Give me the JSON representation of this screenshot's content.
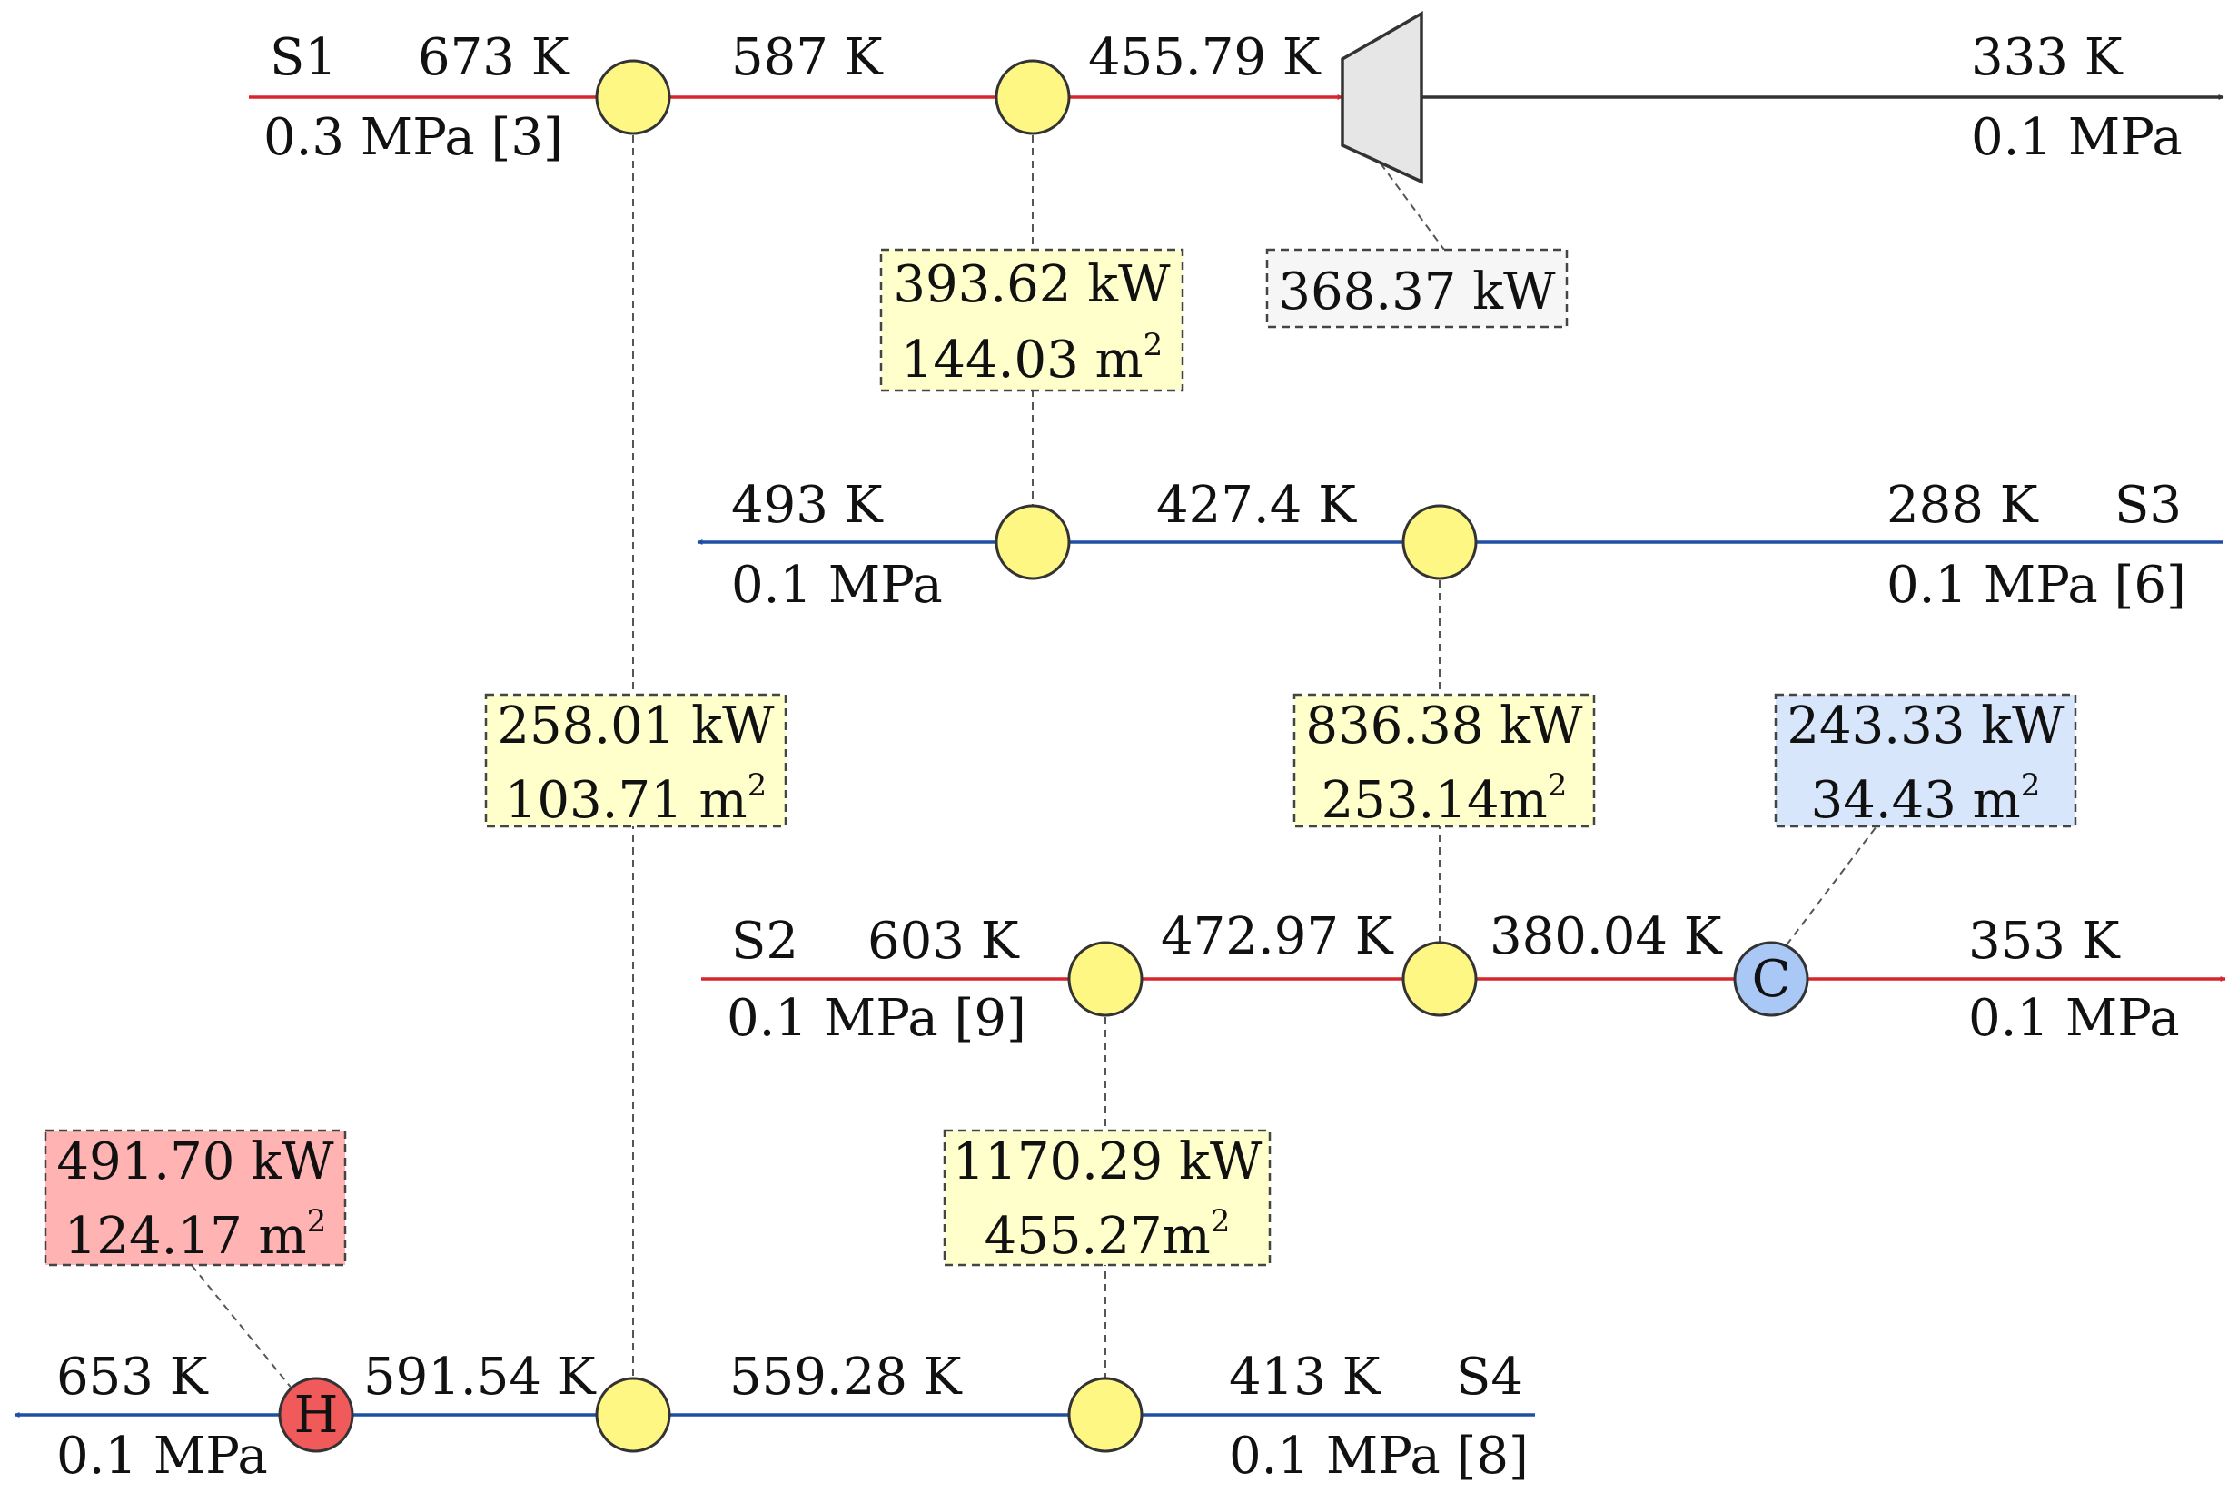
{
  "colors": {
    "hot_stream": "#d7262b",
    "cold_stream": "#1f4fa3",
    "turbine_outlet": "#333333",
    "exchanger": "#fff784",
    "exchanger_box": "#ffffcc",
    "cooler": "#a9c8f5",
    "cooler_box": "#d8e6fb",
    "heater": "#f05a5a",
    "heater_box": "#ffb3b3",
    "turbine": "#e6e6e6",
    "turbine_box": "#f6f6f6"
  },
  "streams": {
    "s1": {
      "name": "S1",
      "inlet_temp": "673 K",
      "inlet_pressure": "0.3 MPa [3]",
      "temp_after_hx1": "587 K",
      "temp_after_hx2": "455.79 K",
      "outlet_temp": "333 K",
      "outlet_pressure": "0.1 MPa"
    },
    "s3": {
      "name": "S3",
      "inlet_temp": "288 K",
      "inlet_pressure": "0.1 MPa [6]",
      "temp_mid": "427.4 K",
      "outlet_temp": "493 K",
      "outlet_pressure": "0.1 MPa"
    },
    "s2": {
      "name": "S2",
      "inlet_temp": "603 K",
      "inlet_pressure": "0.1 MPa [9]",
      "temp_after_hx1": "472.97 K",
      "temp_after_hx2": "380.04 K",
      "outlet_temp": "353 K",
      "outlet_pressure": "0.1 MPa"
    },
    "s4": {
      "name": "S4",
      "inlet_temp": "413 K",
      "inlet_pressure": "0.1 MPa [8]",
      "temp_mid": "559.28 K",
      "temp_before_heater": "591.54 K",
      "outlet_temp": "653 K",
      "outlet_pressure": "0.1 MPa"
    }
  },
  "units": {
    "turbine": {
      "power": "368.37 kW"
    },
    "hx_s1_s3": {
      "duty": "393.62 kW",
      "area": "144.03 m",
      "area_sup": "2"
    },
    "hx_s1_s4": {
      "duty": "258.01 kW",
      "area": "103.71 m",
      "area_sup": "2"
    },
    "hx_s3_s2": {
      "duty": "836.38 kW",
      "area": "253.14m",
      "area_sup": "2"
    },
    "cooler": {
      "symbol": "C",
      "duty": "243.33 kW",
      "area": "34.43 m",
      "area_sup": "2"
    },
    "hx_s2_s4": {
      "duty": "1170.29 kW",
      "area": "455.27m",
      "area_sup": "2"
    },
    "heater": {
      "symbol": "H",
      "duty": "491.70 kW",
      "area": "124.17 m",
      "area_sup": "2"
    }
  }
}
